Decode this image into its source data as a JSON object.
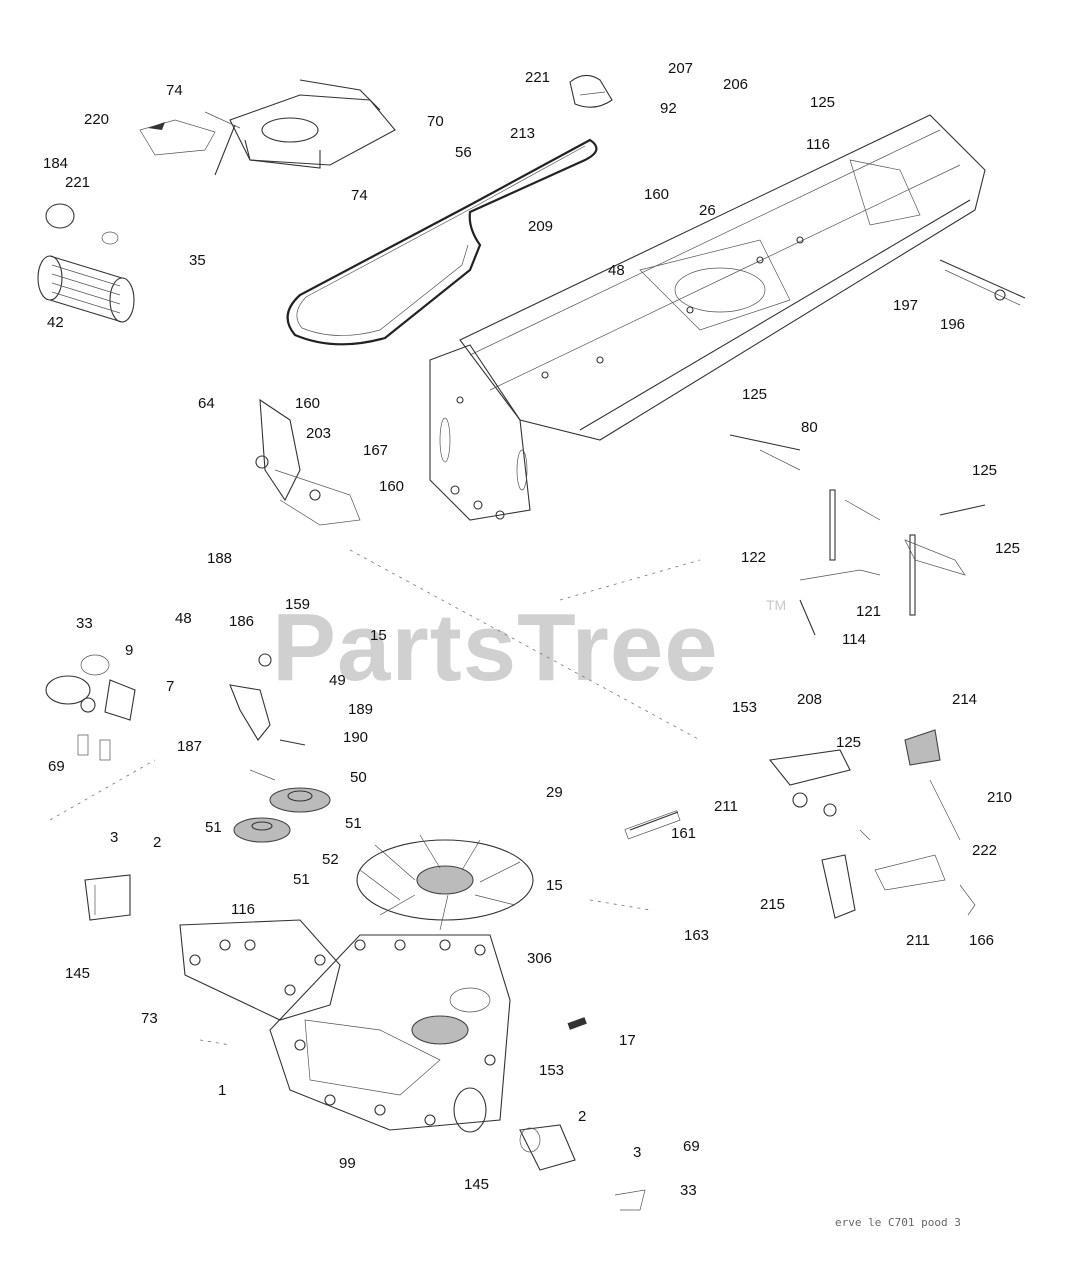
{
  "watermark": {
    "text": "PartsTree",
    "trademark": "TM"
  },
  "reference_code": "erve le  C701 pood 3",
  "callouts": [
    "74",
    "220",
    "184",
    "221",
    "35",
    "42",
    "64",
    "70",
    "56",
    "74",
    "221",
    "207",
    "206",
    "92",
    "125",
    "213",
    "116",
    "160",
    "26",
    "209",
    "48",
    "197",
    "196",
    "160",
    "203",
    "167",
    "160",
    "188",
    "125",
    "80",
    "125",
    "122",
    "125",
    "121",
    "114",
    "33",
    "9",
    "7",
    "69",
    "48",
    "186",
    "159",
    "15",
    "49",
    "189",
    "190",
    "187",
    "50",
    "51",
    "51",
    "52",
    "51",
    "3",
    "2",
    "145",
    "116",
    "73",
    "1",
    "99",
    "29",
    "15",
    "306",
    "17",
    "153",
    "2",
    "3",
    "69",
    "33",
    "145",
    "161",
    "163",
    "153",
    "208",
    "125",
    "214",
    "211",
    "210",
    "222",
    "215",
    "211",
    "166"
  ]
}
